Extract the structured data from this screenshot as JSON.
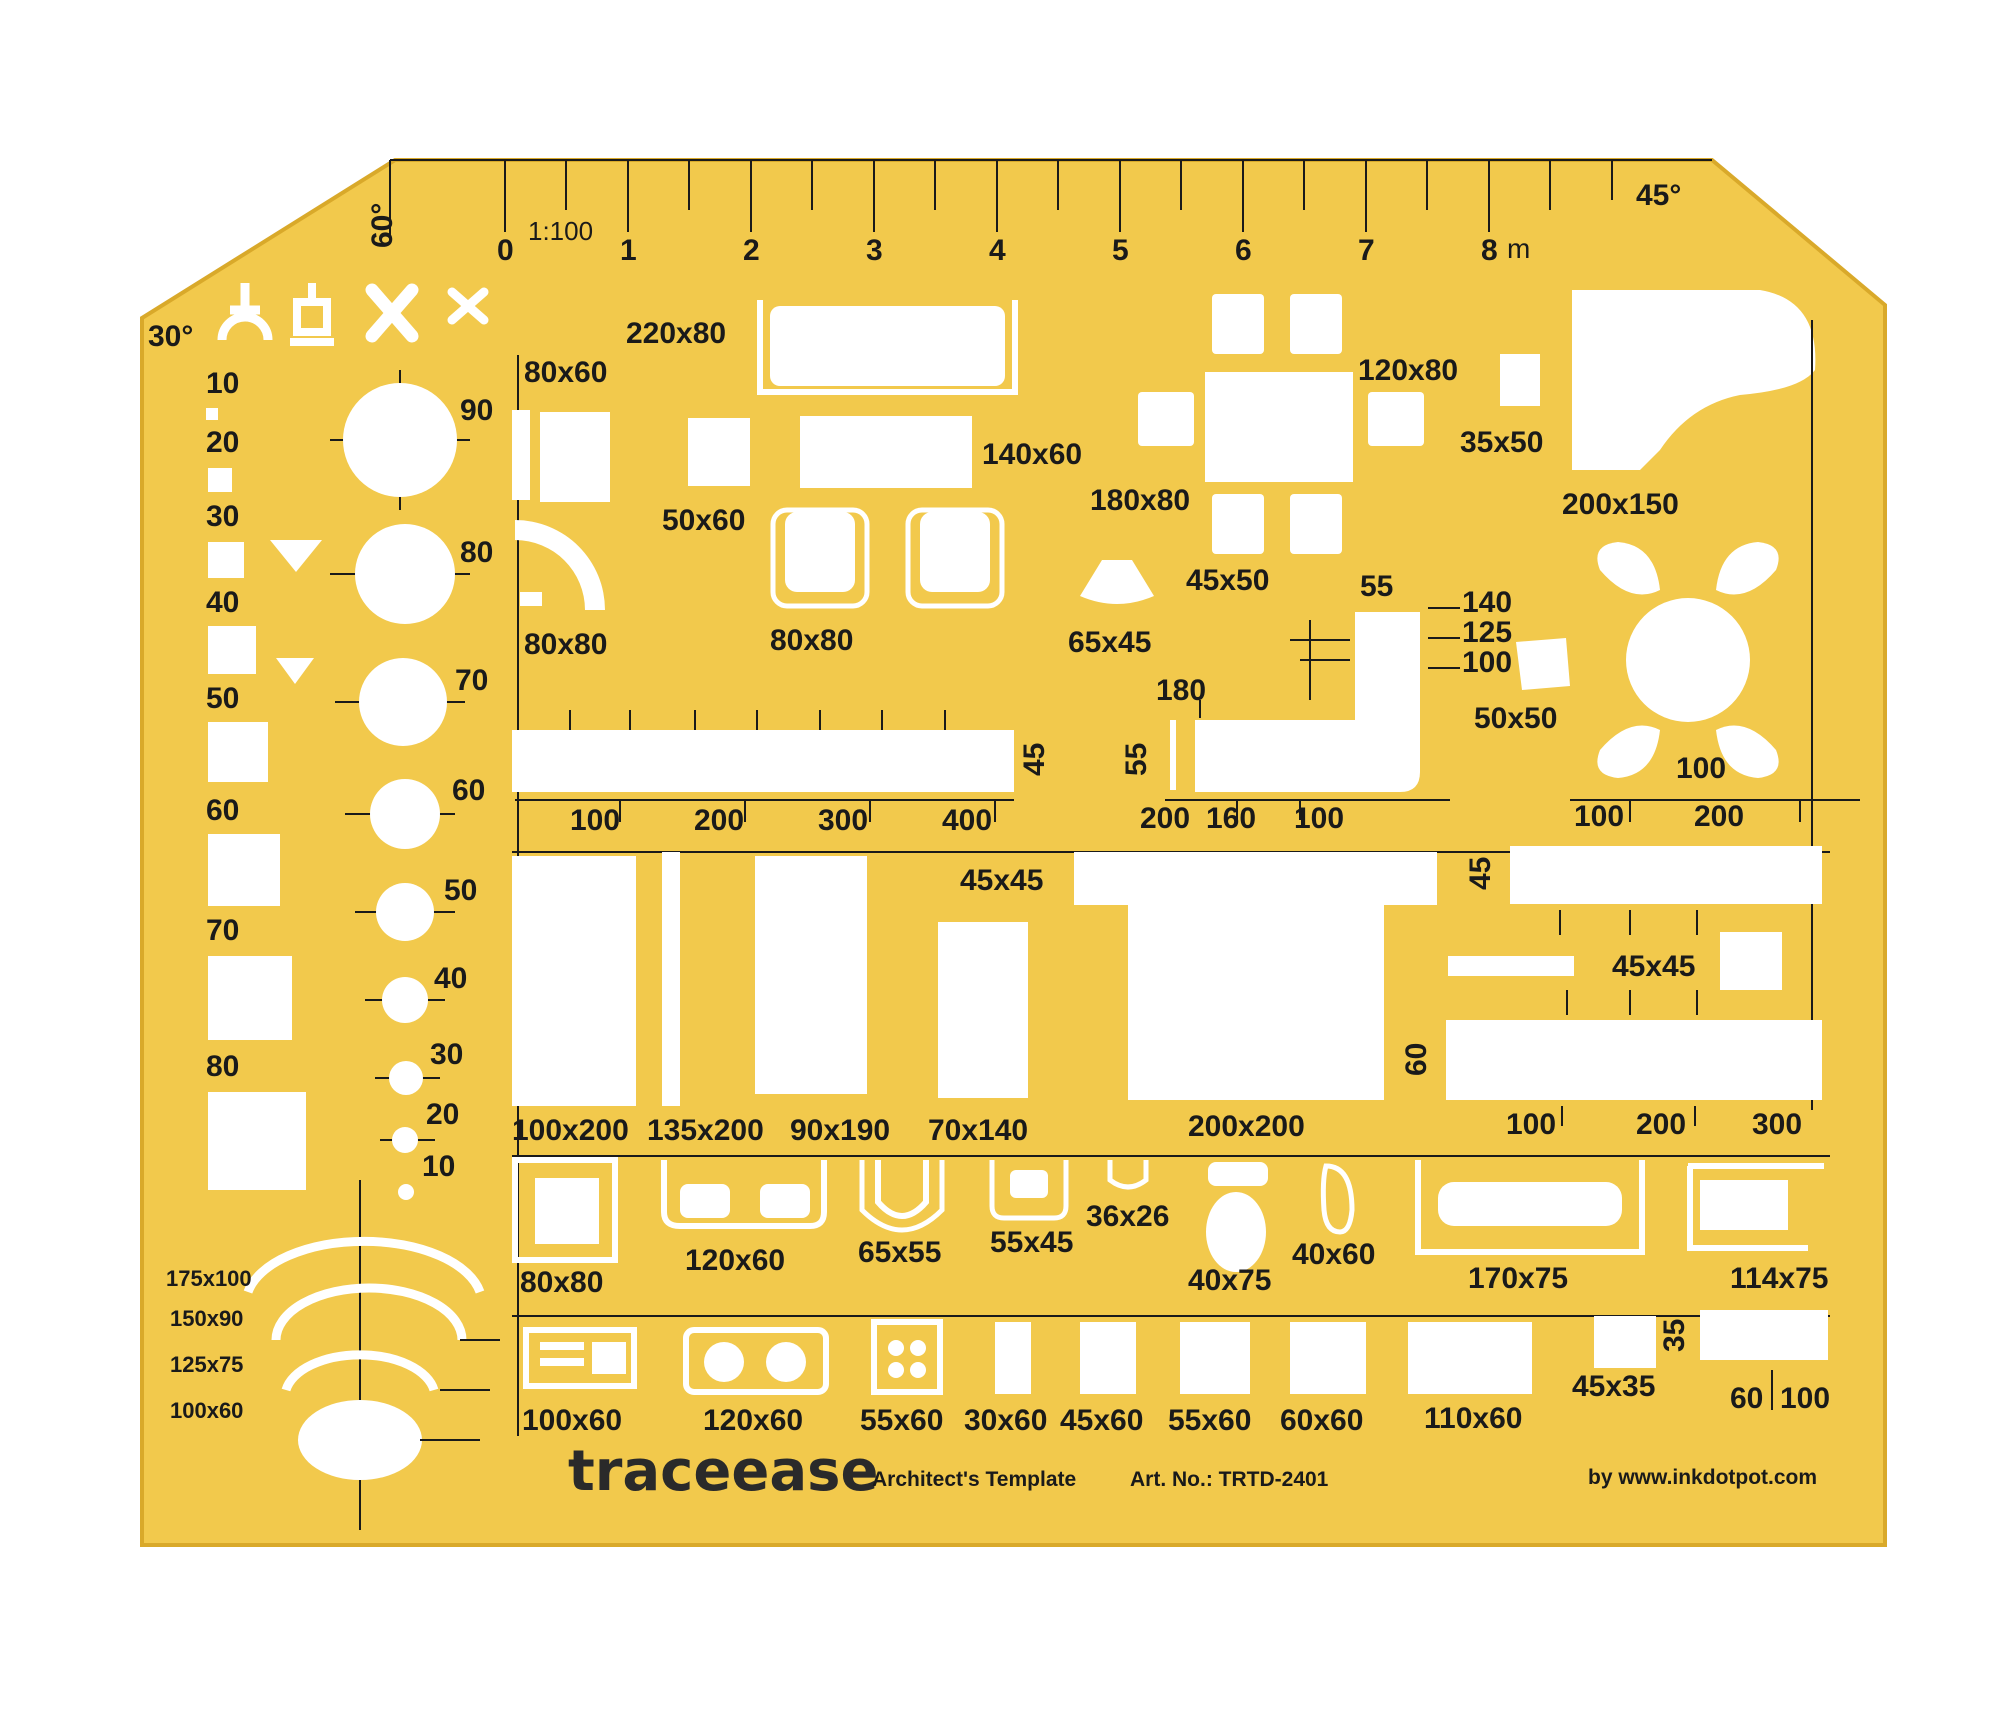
{
  "colors": {
    "plastic": "#f2c94c",
    "plastic_edge": "#d9a92a",
    "cutout": "#ffffff",
    "ink": "#1a1a1a"
  },
  "brand": {
    "name": "traceease",
    "product": "Architect's Template",
    "article": "Art. No.: TRTD-2401",
    "site": "by www.inkdotpot.com"
  },
  "ruler": {
    "scale": "1:100",
    "unit": "m",
    "numbers": [
      "0",
      "1",
      "2",
      "3",
      "4",
      "5",
      "6",
      "7",
      "8"
    ]
  },
  "angles": {
    "a60": "60°",
    "a30": "30°",
    "a45": "45°"
  },
  "squares": [
    "10",
    "20",
    "30",
    "40",
    "50",
    "60",
    "70",
    "80"
  ],
  "circles": [
    "90",
    "80",
    "70",
    "60",
    "50",
    "40",
    "30",
    "20",
    "10"
  ],
  "ovals": [
    "175x100",
    "150x90",
    "125x75",
    "100x60"
  ],
  "furniture": {
    "l220x80": "220x80",
    "l80x60": "80x60",
    "l50x60": "50x60",
    "l140x60": "140x60",
    "l80x80a": "80x80",
    "l80x80b": "80x80",
    "l65x45": "65x45",
    "l180x80": "180x80",
    "l120x80": "120x80",
    "l45x50": "45x50",
    "l35x50": "35x50",
    "l200x150": "200x150",
    "l50x50": "50x50",
    "l100": "100"
  },
  "counter": {
    "dim45": "45",
    "n100": "100",
    "n200": "200",
    "n300": "300",
    "n400": "400",
    "dim55": "55",
    "n200b": "200",
    "n160": "160",
    "n100b": "100",
    "top55": "55",
    "n180": "180",
    "n140": "140",
    "n125": "125",
    "n100c": "100",
    "n100d": "100",
    "n200c": "200"
  },
  "beds": {
    "l100x200": "100x200",
    "l135x200": "135x200",
    "l90x190": "90x190",
    "l70x140": "70x140",
    "l45x45a": "45x45",
    "l200x200": "200x200",
    "dim45": "45",
    "l45x45b": "45x45",
    "dim60": "60",
    "n100": "100",
    "n200": "200",
    "n300": "300"
  },
  "bath": {
    "l80x80": "80x80",
    "l120x60": "120x60",
    "l65x55": "65x55",
    "l55x45": "55x45",
    "l36x26": "36x26",
    "l40x75": "40x75",
    "l40x60": "40x60",
    "l170x75": "170x75",
    "l114x75": "114x75"
  },
  "kitchen": {
    "l100x60": "100x60",
    "l120x60": "120x60",
    "l55x60": "55x60",
    "l30x60": "30x60",
    "l45x60": "45x60",
    "l55x60b": "55x60",
    "l60x60": "60x60",
    "l110x60": "110x60",
    "l45x35": "45x35",
    "dim35": "35",
    "n60": "60",
    "n100": "100"
  }
}
